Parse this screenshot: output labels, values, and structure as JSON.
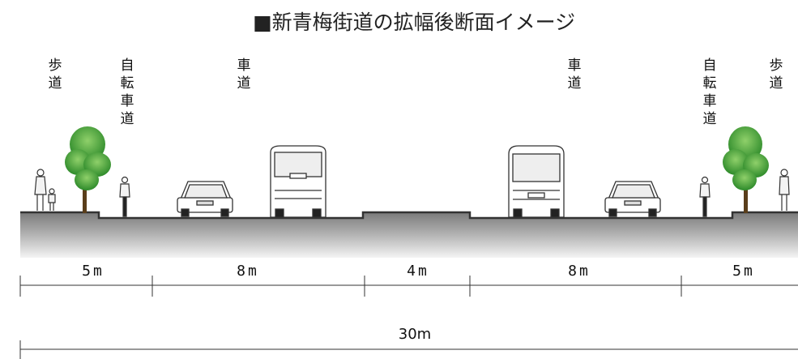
{
  "title": "■新青梅街道の拡幅後断面イメージ",
  "labels": {
    "sidewalk_left": "歩\n道",
    "bikelane_left": "自\n転\n車\n道",
    "roadway_left": "車\n道",
    "roadway_right": "車\n道",
    "bikelane_right": "自\n転\n車\n道",
    "sidewalk_right": "歩\n道"
  },
  "widths": {
    "sidewalk_bike_left": "5m",
    "roadway_left": "8m",
    "median": "4m",
    "roadway_right": "8m",
    "sidewalk_bike_right": "5m",
    "total": "30m"
  }
}
